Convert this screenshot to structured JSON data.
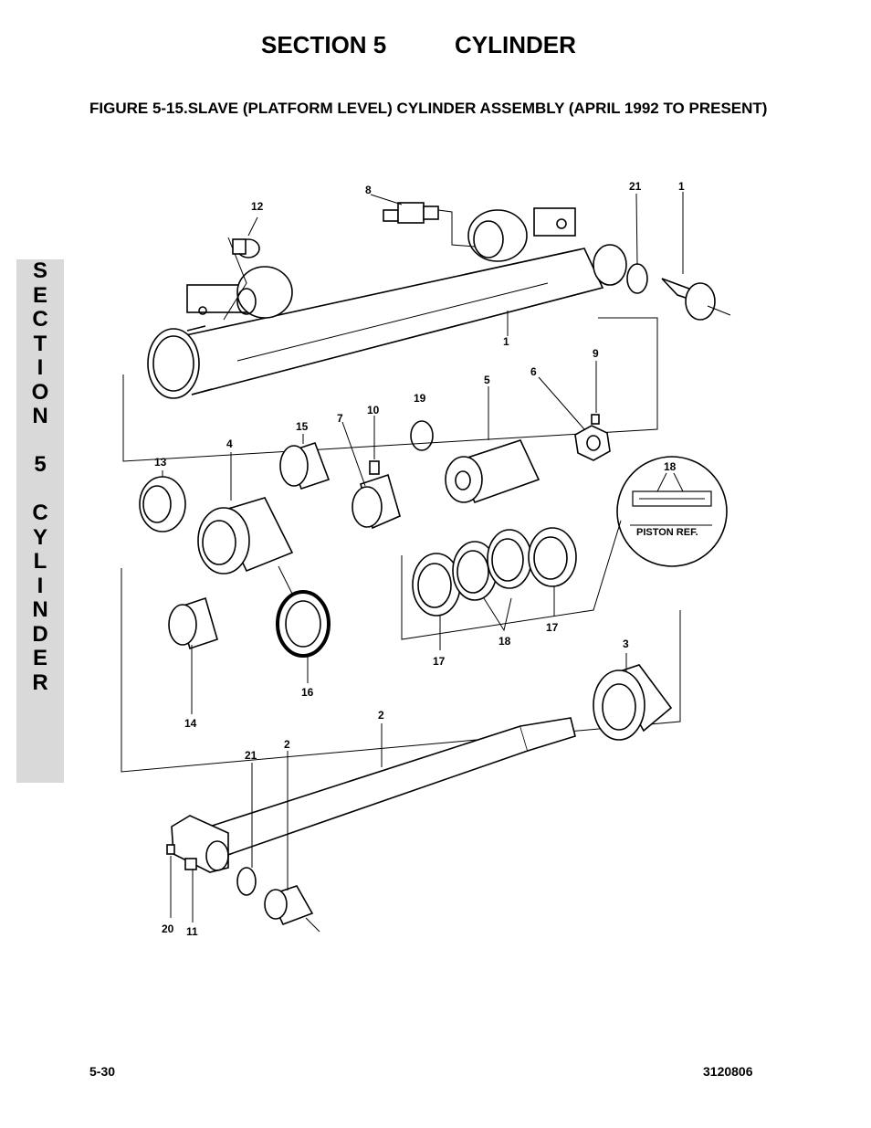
{
  "header": {
    "section": "SECTION 5",
    "name": "CYLINDER"
  },
  "figure": {
    "title": "FIGURE 5-15.SLAVE (PLATFORM LEVEL) CYLINDER ASSEMBLY (APRIL 1992 TO PRESENT)"
  },
  "side_tab": {
    "letters": [
      "S",
      "E",
      "C",
      "T",
      "I",
      "O",
      "N",
      "",
      "5",
      "",
      "C",
      "Y",
      "L",
      "I",
      "N",
      "D",
      "E",
      "R"
    ]
  },
  "callouts": {
    "c1_top": "1",
    "c1_mid": "1",
    "c2_rod": "2",
    "c2_bush": "2",
    "c3": "3",
    "c4": "4",
    "c5": "5",
    "c6": "6",
    "c7": "7",
    "c8": "8",
    "c9": "9",
    "c10": "10",
    "c11": "11",
    "c12": "12",
    "c13": "13",
    "c14": "14",
    "c15": "15",
    "c16": "16",
    "c17_left": "17",
    "c17_right": "17",
    "c18_bottom": "18",
    "c18_inset": "18",
    "c19": "19",
    "c20": "20",
    "c21_top": "21",
    "c21_bottom": "21"
  },
  "inset": {
    "label": "PISTON REF."
  },
  "footer": {
    "page": "5-30",
    "doc_number": "3120806"
  }
}
